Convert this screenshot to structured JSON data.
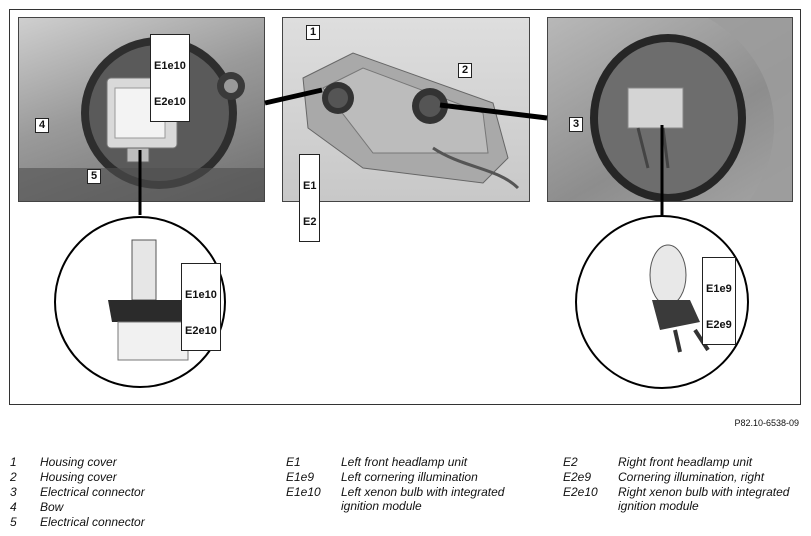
{
  "figure": {
    "reference": "P82.10-6538-09",
    "callouts": {
      "c1": "1",
      "c2": "2",
      "c3": "3",
      "c4": "4",
      "c5": "5",
      "e1e2_top": "E1",
      "e1e2_bottom": "E2",
      "xenon_top_a": "E1e10",
      "xenon_top_b": "E2e10",
      "xenon_zoom_a": "E1e10",
      "xenon_zoom_b": "E2e10",
      "halogen_zoom_a": "E1e9",
      "halogen_zoom_b": "E2e9"
    }
  },
  "legend": {
    "col1": [
      {
        "key": "1",
        "text": "Housing cover"
      },
      {
        "key": "2",
        "text": "Housing cover"
      },
      {
        "key": "3",
        "text": "Electrical connector"
      },
      {
        "key": "4",
        "text": "Bow"
      },
      {
        "key": "5",
        "text": "Electrical connector"
      }
    ],
    "col2": [
      {
        "key": "E1",
        "text": "Left front headlamp unit"
      },
      {
        "key": "E1e9",
        "text": "Left cornering illumination"
      },
      {
        "key": "E1e10",
        "text": " Left xenon bulb with integrated",
        "text2": "ignition module"
      }
    ],
    "col3": [
      {
        "key": "E2",
        "text": "Right front headlamp unit"
      },
      {
        "key": "E2e9",
        "text": "Cornering illumination, right"
      },
      {
        "key": "E2e10",
        "text": "Right xenon bulb with integrated",
        "text2": "ignition module"
      }
    ]
  }
}
